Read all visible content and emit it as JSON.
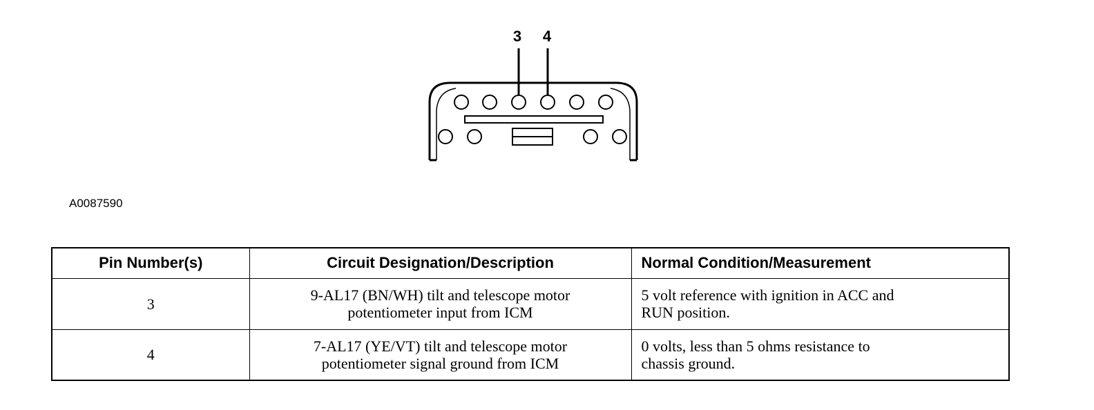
{
  "diagram": {
    "pin_labels": [
      "3",
      "4"
    ],
    "figure_id": "A0087590"
  },
  "table": {
    "headers": [
      "Pin Number(s)",
      "Circuit Designation/Description",
      "Normal Condition/Measurement"
    ],
    "rows": [
      {
        "pin": "3",
        "circuit": "9-AL17 (BN/WH) tilt and telescope motor\npotentiometer input from ICM",
        "condition": "5 volt reference with ignition in ACC and\nRUN position."
      },
      {
        "pin": "4",
        "circuit": "7-AL17 (YE/VT) tilt and telescope motor\npotentiometer signal ground from ICM",
        "condition": "0 volts, less than 5 ohms resistance to\nchassis ground."
      }
    ]
  }
}
